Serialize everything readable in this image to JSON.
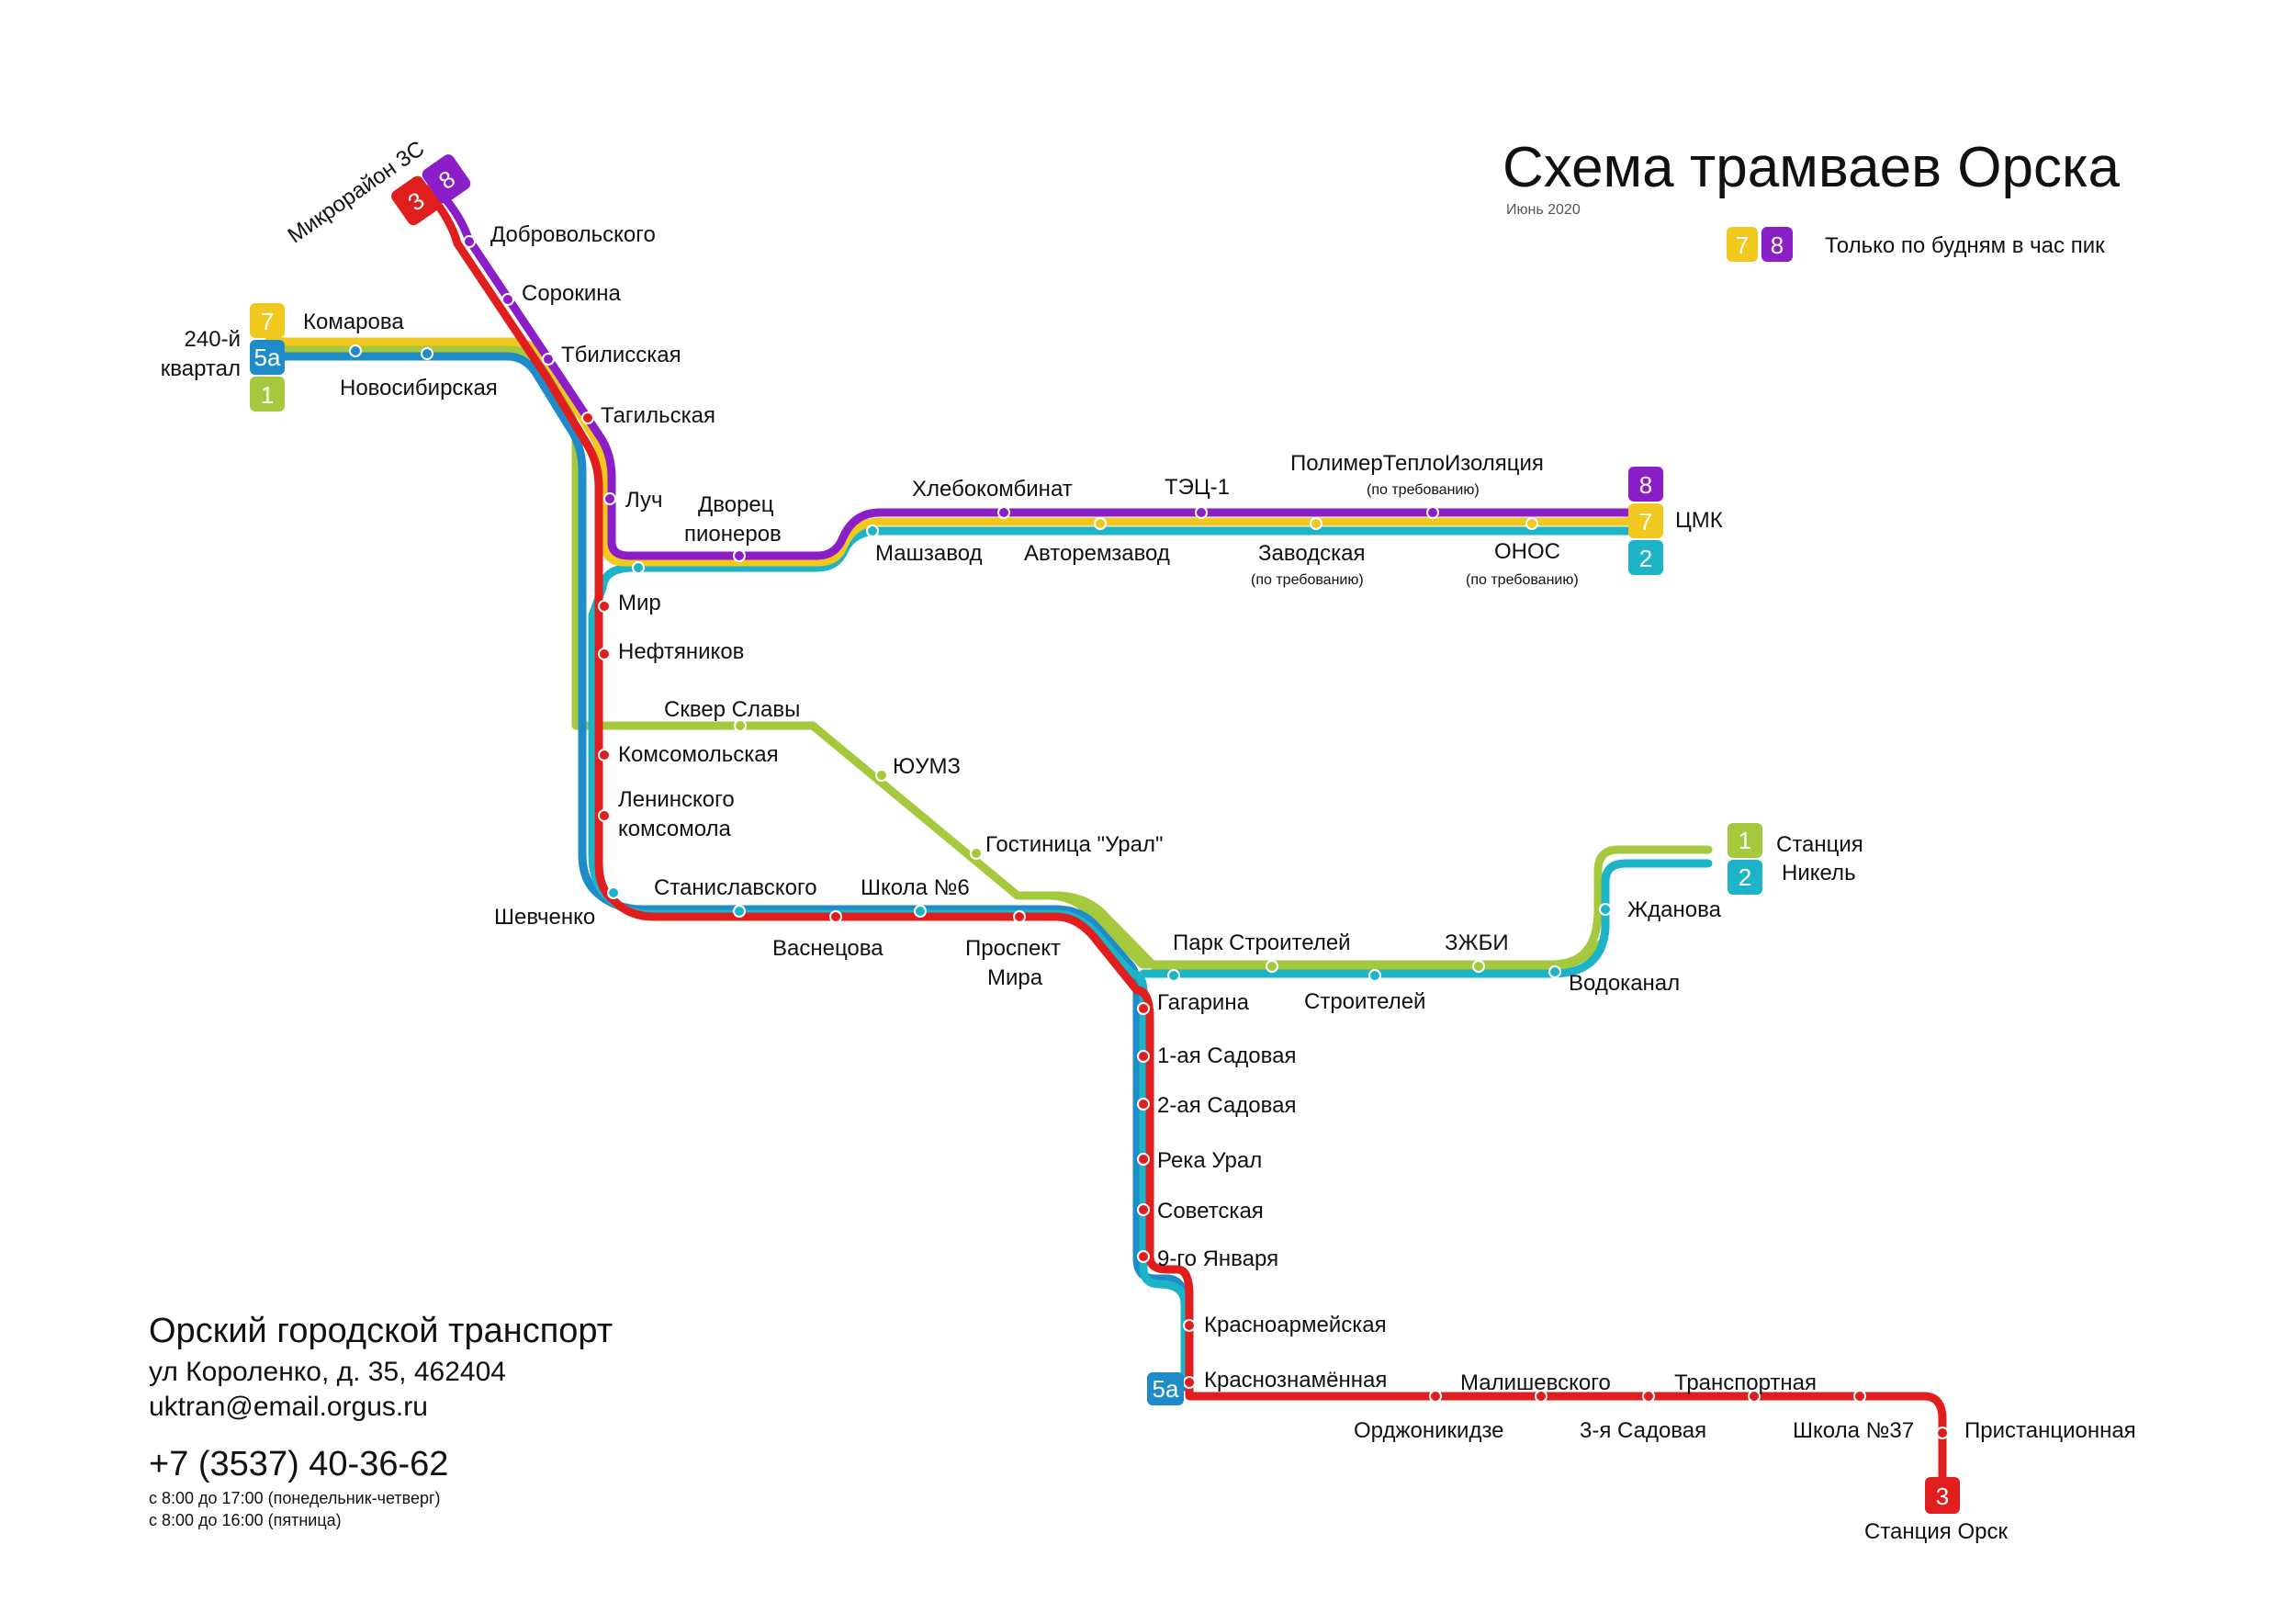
{
  "title": "Схема трамваев Орска",
  "date": "Июнь 2020",
  "colors": {
    "line1": "#a6c83c",
    "line2": "#1eb4c8",
    "line3": "#e01e1e",
    "line5a": "#1e8cc8",
    "line7": "#f0c81e",
    "line8": "#8c1ec8"
  },
  "legend": {
    "badges": [
      "7",
      "8"
    ],
    "text": "Только по будням в час пик"
  },
  "terminals": {
    "mikrorayon": {
      "name": "Микрорайон 3С",
      "badges": [
        "3",
        "8"
      ]
    },
    "kvartal": {
      "name_line1": "240-й",
      "name_line2": "квартал",
      "badges": [
        "7",
        "5а",
        "1"
      ]
    },
    "tsmk": {
      "name": "ЦМК",
      "badges": [
        "8",
        "7",
        "2"
      ]
    },
    "nikel": {
      "name_line1": "Станция",
      "name_line2": "Никель",
      "badges": [
        "1",
        "2"
      ]
    },
    "orsk": {
      "name": "Станция Орск",
      "badge": "3"
    },
    "krasnoznamennaya": {
      "badge": "5а"
    }
  },
  "stations": {
    "dobrovolskogo": "Добровольского",
    "sorokina": "Сорокина",
    "komarova": "Комарова",
    "tbilisskaya": "Тбилисская",
    "novosibirskaya": "Новосибирская",
    "tagilskaya": "Тагильская",
    "luch": "Луч",
    "dvorets_1": "Дворец",
    "dvorets_2": "пионеров",
    "khlebokombinat": "Хлебокомбинат",
    "tets": "ТЭЦ-1",
    "polimer": "ПолимерТеплоИзоляция",
    "mashzavod": "Машзавод",
    "avtoremzavod": "Авторемзавод",
    "zavodskaya": "Заводская",
    "onos": "ОНОС",
    "on_request": "(по требованию)",
    "mir": "Мир",
    "neftyanikov": "Нефтяников",
    "skver": "Сквер Славы",
    "komsomolskaya": "Комсомольская",
    "yumz": "ЮУМЗ",
    "leninskogo_1": "Ленинского",
    "leninskogo_2": "комсомола",
    "gostinitsa": "Гостиница \"Урал\"",
    "shevchenko": "Шевченко",
    "stanislavskogo": "Станиславского",
    "shkola6": "Школа №6",
    "vasnetsova": "Васнецова",
    "prospekt_1": "Проспект",
    "prospekt_2": "Мира",
    "park": "Парк Строителей",
    "zhbi": "ЗЖБИ",
    "zhdanova": "Жданова",
    "vodokanal": "Водоканал",
    "stroiteley": "Строителей",
    "gagarina": "Гагарина",
    "sadovaya1": "1-ая Садовая",
    "sadovaya2": "2-ая Садовая",
    "reka_ural": "Река Урал",
    "sovetskaya": "Советская",
    "yanvarya": "9-го Января",
    "krasnoarmeyskaya": "Красноармейская",
    "krasnoznamennaya": "Краснознамённая",
    "malishevskogo": "Малишевского",
    "transportnaya": "Транспортная",
    "ordzhonikidze": "Орджоникидзе",
    "sadovaya3": "3-я Садовая",
    "shkola37": "Школа №37",
    "pristantsionnaya": "Пристанционная"
  },
  "info": {
    "org": "Орский городской транспорт",
    "address": "ул Короленко, д. 35, 462404",
    "email": "uktran@email.orgus.ru",
    "phone": "+7 (3537) 40-36-62",
    "hours1": "с 8:00 до 17:00 (понедельник-четверг)",
    "hours2": "с 8:00 до 16:00 (пятница)"
  }
}
